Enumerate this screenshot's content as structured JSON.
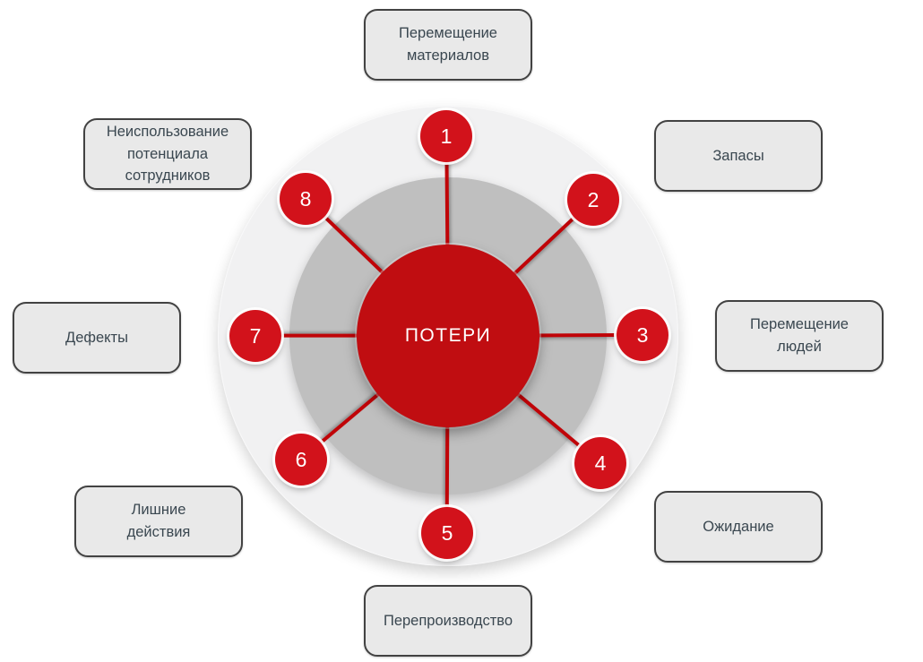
{
  "diagram": {
    "center_label": "ПОТЕРИ",
    "colors": {
      "center_circle": "#c00d11",
      "node_circle": "#d2121b",
      "connector_line": "#c00408",
      "middle_ring": "#bfbfbf",
      "outer_ring": "#f1f1f2",
      "box_fill": "#e9e9e9",
      "box_border": "#424242",
      "box_text": "#3a4750"
    },
    "nodes": [
      {
        "number": "1",
        "label": "Перемещение\nматериалов"
      },
      {
        "number": "2",
        "label": "Запасы"
      },
      {
        "number": "3",
        "label": "Перемещение\nлюдей"
      },
      {
        "number": "4",
        "label": "Ожидание"
      },
      {
        "number": "5",
        "label": "Перепроизводство"
      },
      {
        "number": "6",
        "label": "Лишние\nдействия"
      },
      {
        "number": "7",
        "label": "Дефекты"
      },
      {
        "number": "8",
        "label": "Неиспользование\nпотенциала\nсотрудников"
      }
    ]
  }
}
